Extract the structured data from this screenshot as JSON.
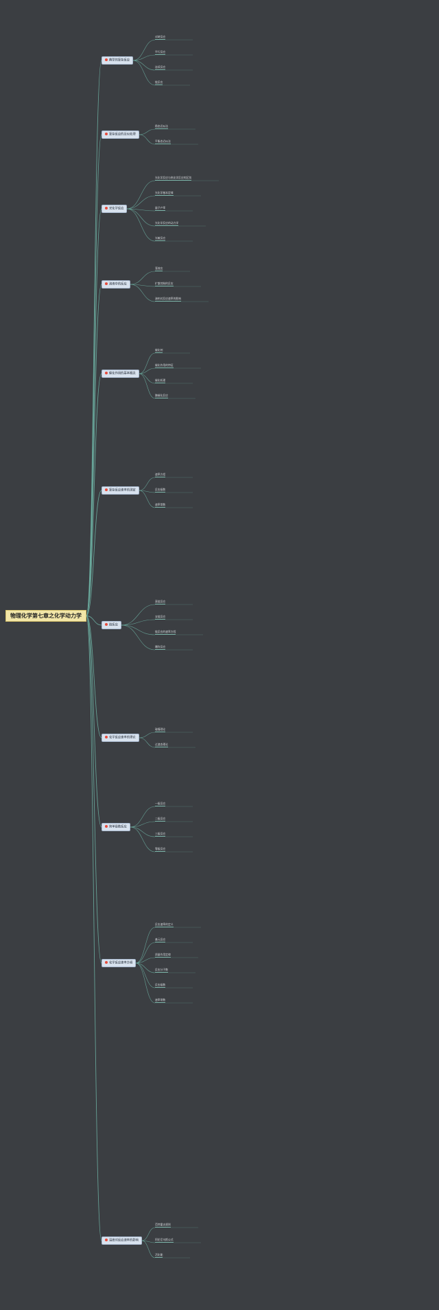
{
  "root": "物理化学第七章之化学动力学",
  "colors": {
    "link": "#6fb3a4",
    "root_bg": "#f2e6a8",
    "main_bg": "#d8e2ee",
    "icon": "#e74c3c"
  },
  "main": [
    {
      "label": "典型的复杂反应",
      "subs": [
        "对峙反应",
        "平行反应",
        "连续反应",
        "链反应"
      ]
    },
    {
      "label": "复杂反应的近似处理",
      "subs": [
        "稳态近似法",
        "平衡态近似法"
      ]
    },
    {
      "label": "光化学反应",
      "subs": [
        "光化学反应与热化学反应的区别",
        "光化学基本定律",
        "量子产率",
        "光化学反应的动力学",
        "光敏反应"
      ]
    },
    {
      "label": "溶液中的反应",
      "subs": [
        "笼效应",
        "扩散控制的反应",
        "溶剂对反应速率的影响"
      ]
    },
    {
      "label": "催化作用的基本概念",
      "subs": [
        "催化剂",
        "催化作用的特征",
        "催化机理",
        "酶催化反应"
      ]
    },
    {
      "label": "复杂反应速率的测定",
      "subs": [
        "速率方程",
        "反应级数",
        "速率常数"
      ]
    },
    {
      "label": "链反应",
      "subs": [
        "直链反应",
        "支链反应",
        "链反应的速率方程",
        "爆炸反应"
      ]
    },
    {
      "label": "化学反应速率的理论",
      "subs": [
        "碰撞理论",
        "过渡态理论"
      ]
    },
    {
      "label": "简单级数反应",
      "subs": [
        "一级反应",
        "二级反应",
        "三级反应",
        "零级反应"
      ]
    },
    {
      "label": "化学反应速率方程",
      "subs": [
        "反应速率的定义",
        "基元反应",
        "质量作用定律",
        "反应分子数",
        "反应级数",
        "速率常数"
      ]
    },
    {
      "label": "温度对反应速率的影响",
      "subs": [
        "范特霍夫规则",
        "阿伦尼乌斯公式",
        "活化能"
      ]
    }
  ]
}
